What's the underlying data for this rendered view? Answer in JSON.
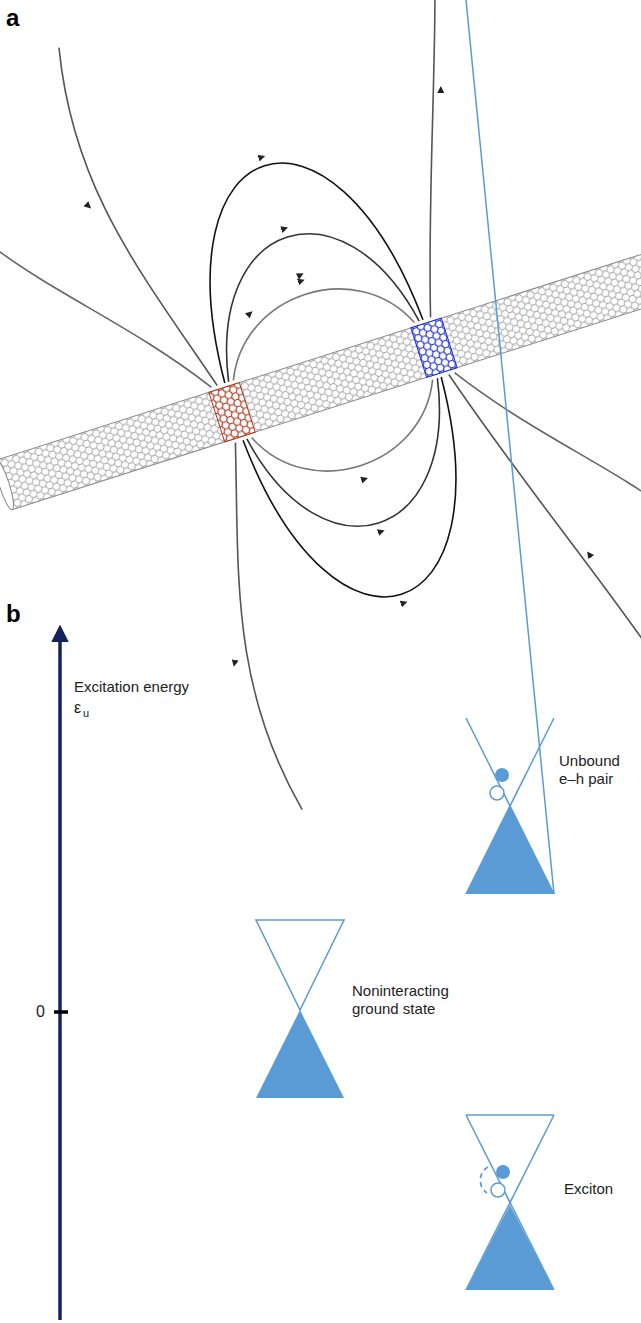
{
  "diagram": {
    "labels": [
      "a",
      "b",
      "Excitation energy",
      "ε",
      "u",
      "0",
      "Unbound e–h pair",
      "Noninteracting ground state",
      "Exciton"
    ]
  }
}
